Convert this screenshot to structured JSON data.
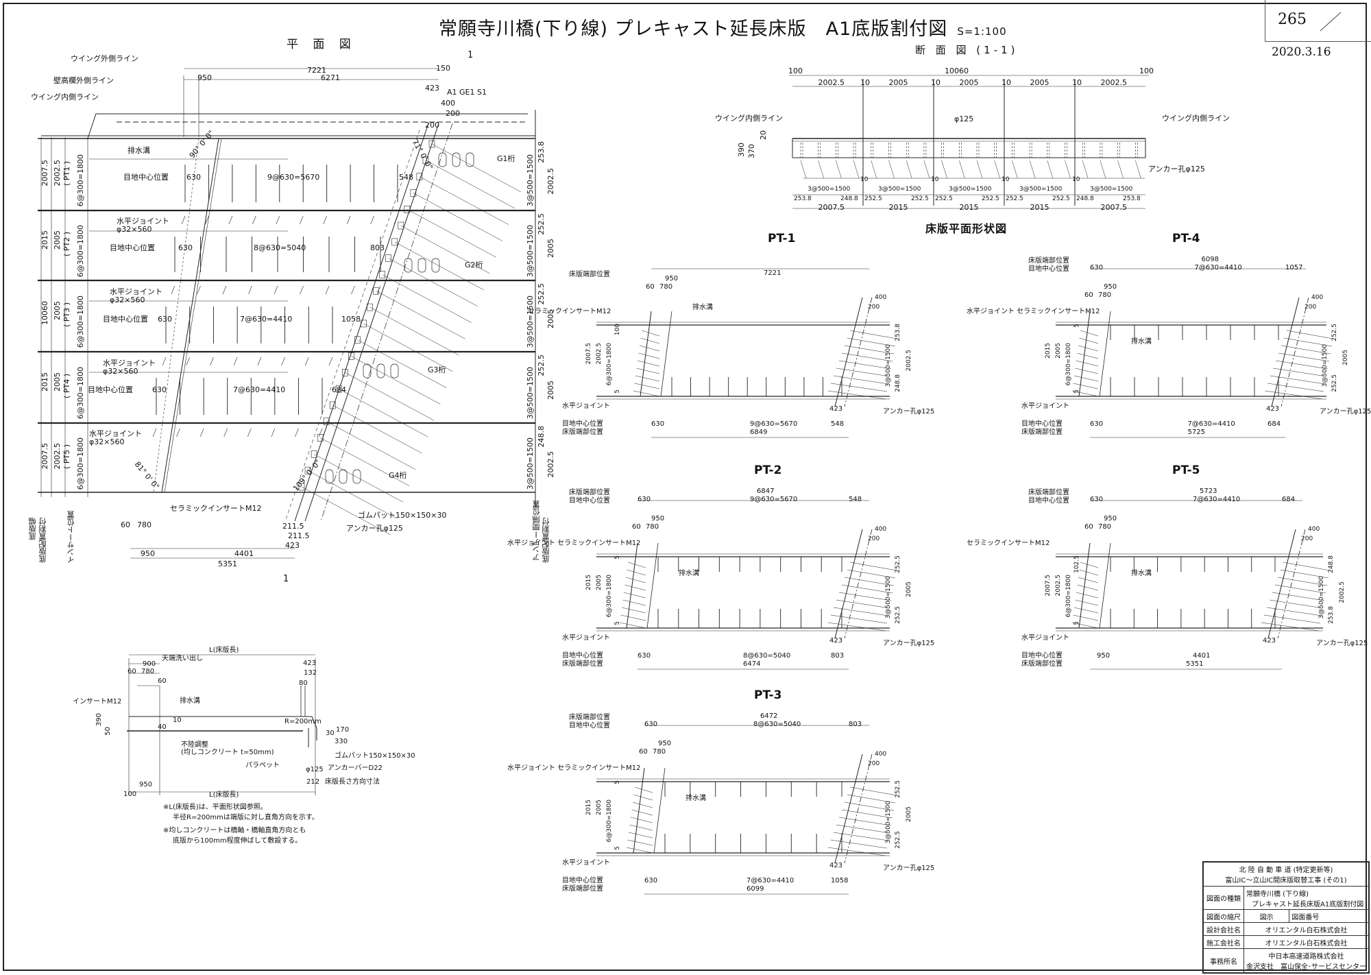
{
  "title": "常願寺川橋(下り線) プレキャスト延長床版　A1底版割付図",
  "scale": "S=1:100",
  "page_number": "265",
  "date": "2020.3.16",
  "plan": {
    "heading": "平 面 図",
    "section_mark": "1",
    "labels": {
      "wing_outer": "ウイング外側ライン",
      "parapet_outer": "壁高欄外側ライン",
      "wing_inner": "ウイング内側ライン",
      "drain": "排水溝",
      "joint_center": "目地中心位置",
      "h_joint": "水平ジョイント",
      "h_joint_size": "φ32×560",
      "ceramic_insert": "セラミックインサートM12",
      "rubber_pad": "ゴムパット150×150×30",
      "anchor_hole": "アンカー孔φ125",
      "abut": "A1 GE1 S1",
      "g1": "G1桁",
      "g2": "G2桁",
      "g3": "G3桁",
      "g4": "G4桁",
      "slab_width": "底版幅",
      "slab_layout": "底版配置割付",
      "insert_pos": "インサート位置",
      "anchor_pitch": "アンアー間隔位置",
      "slab_layout_r": "底版配置割付"
    },
    "top_dims": [
      "7221",
      "150",
      "950",
      "6271",
      "423",
      "400",
      "200",
      "200"
    ],
    "rows": [
      {
        "pt": "( PT1 )",
        "w1": "2007.5",
        "w2": "2002.5",
        "pitch": "6@300=1800",
        "jc": [
          "630",
          "9@630=5670",
          "548"
        ],
        "r1": "253.8",
        "r2": "3@500=1500",
        "r3": "2002.5"
      },
      {
        "pt": "( PT2 )",
        "w1": "2015",
        "w2": "2005",
        "pitch": "6@300=1800",
        "jc": [
          "630",
          "8@630=5040",
          "803"
        ],
        "r1": "252.5",
        "r2": "3@500=1500",
        "r3": "2005"
      },
      {
        "pt": "( PT3 )",
        "w1": "10060",
        "w2": "2005",
        "pitch": "6@300=1800",
        "jc": [
          "630",
          "7@630=4410",
          "1058"
        ],
        "r1": "252.5",
        "r2": "3@500=1500",
        "r3": "2005"
      },
      {
        "pt": "( PT4 )",
        "w1": "2015",
        "w2": "2005",
        "pitch": "6@300=1800",
        "jc": [
          "630",
          "7@630=4410",
          "684"
        ],
        "r1": "252.5",
        "r2": "3@500=1500",
        "r3": "2005"
      },
      {
        "pt": "( PT5 )",
        "w1": "2007.5",
        "w2": "2002.5",
        "pitch": "6@300=1800",
        "jc": [],
        "r1": "248.8",
        "r2": "3@500=1500",
        "r3": "2002.5"
      }
    ],
    "angles": [
      "90° 0' 0\"",
      "71° 0' 0\"",
      "81° 0' 0\"",
      "109° 0' 0\""
    ],
    "bottom_dims": [
      "60",
      "780",
      "950",
      "4401",
      "5351",
      "211.5",
      "211.5",
      "423"
    ]
  },
  "section": {
    "heading": "断 面 図 (1-1)",
    "top_dims": [
      "100",
      "10060",
      "100"
    ],
    "sub_dims": [
      "2002.5",
      "10",
      "2005",
      "10",
      "2005",
      "10",
      "2005",
      "10",
      "2002.5"
    ],
    "wing_left": "ウイング内側ライン",
    "wing_right": "ウイング内側ライン",
    "hole": "φ125",
    "anchor": "アンカー孔φ125",
    "height_dims": [
      "390",
      "370",
      "20"
    ],
    "lower_dims": [
      "253.8",
      "3@500=1500",
      "248.8",
      "10",
      "252.5",
      "3@500=1500",
      "252.5",
      "10",
      "252.5",
      "3@500=1500",
      "252.5",
      "10",
      "252.5",
      "3@500=1500",
      "252.5",
      "10",
      "248.8",
      "3@500=1500",
      "253.8"
    ],
    "total_dims": [
      "2007.5",
      "2015",
      "2015",
      "2015",
      "2007.5"
    ]
  },
  "shapes_heading": "床版平面形状図",
  "panels": [
    {
      "name": "PT-1",
      "top_rows": [
        {
          "label": "床版端部位置",
          "values": [
            "7221"
          ]
        }
      ],
      "top_extra": [
        "950",
        "60",
        "780"
      ],
      "bottom_rows": [
        {
          "label": "目地中心位置",
          "values": [
            "630",
            "9@630=5670",
            "548"
          ]
        },
        {
          "label": "床版端部位置",
          "values": [
            "6849"
          ]
        }
      ],
      "left_dims": [
        "2007.5",
        "2002.5",
        "6@300=1800",
        "100",
        "5"
      ],
      "right_dims": [
        "253.8",
        "3@500=1500",
        "248.8",
        "2002.5"
      ],
      "labels": [
        "セラミックインサートM12",
        "排水溝",
        "水平ジョイント",
        "アンカー孔φ125",
        "423",
        "400",
        "200"
      ]
    },
    {
      "name": "PT-4",
      "top_rows": [
        {
          "label": "床版端部位置",
          "values": [
            "6098"
          ]
        },
        {
          "label": "目地中心位置",
          "values": [
            "630",
            "7@630=4410",
            "1057"
          ]
        }
      ],
      "top_extra": [
        "950",
        "60",
        "780"
      ],
      "bottom_rows": [
        {
          "label": "目地中心位置",
          "values": [
            "630",
            "7@630=4410",
            "684"
          ]
        },
        {
          "label": "床版端部位置",
          "values": [
            "5725"
          ]
        }
      ],
      "left_dims": [
        "2015",
        "2005",
        "6@300=1800",
        "5",
        "5"
      ],
      "right_dims": [
        "252.5",
        "3@500=1500",
        "252.5",
        "2005"
      ],
      "labels": [
        "水平ジョイント セラミックインサートM12",
        "排水溝",
        "水平ジョイント",
        "アンカー孔φ125",
        "423",
        "400",
        "200"
      ]
    },
    {
      "name": "PT-2",
      "top_rows": [
        {
          "label": "床版端部位置",
          "values": [
            "6847"
          ]
        },
        {
          "label": "目地中心位置",
          "values": [
            "630",
            "9@630=5670",
            "548"
          ]
        }
      ],
      "top_extra": [
        "950",
        "60",
        "780"
      ],
      "bottom_rows": [
        {
          "label": "目地中心位置",
          "values": [
            "630",
            "8@630=5040",
            "803"
          ]
        },
        {
          "label": "床版端部位置",
          "values": [
            "6474"
          ]
        }
      ],
      "left_dims": [
        "2015",
        "2005",
        "6@300=1800",
        "5",
        "5"
      ],
      "right_dims": [
        "252.5",
        "3@500=1500",
        "252.5",
        "2005"
      ],
      "labels": [
        "水平ジョイント セラミックインサートM12",
        "排水溝",
        "水平ジョイント",
        "アンカー孔φ125",
        "423",
        "400",
        "200"
      ]
    },
    {
      "name": "PT-5",
      "top_rows": [
        {
          "label": "床版端部位置",
          "values": [
            "5723"
          ]
        },
        {
          "label": "目地中心位置",
          "values": [
            "630",
            "7@630=4410",
            "684"
          ]
        }
      ],
      "top_extra": [
        "950",
        "60",
        "780"
      ],
      "bottom_rows": [
        {
          "label": "目地中心位置",
          "values": [
            "950",
            "4401"
          ]
        },
        {
          "label": "床版端部位置",
          "values": [
            "5351"
          ]
        }
      ],
      "left_dims": [
        "2007.5",
        "2002.5",
        "6@300=1800",
        "102.5",
        "5"
      ],
      "right_dims": [
        "248.8",
        "3@500=1500",
        "253.8",
        "2002.5"
      ],
      "labels": [
        "セラミックインサートM12",
        "排水溝",
        "水平ジョイント",
        "アンカー孔φ125",
        "423",
        "400",
        "200"
      ]
    },
    {
      "name": "PT-3",
      "top_rows": [
        {
          "label": "床版端部位置",
          "values": [
            "6472"
          ]
        },
        {
          "label": "目地中心位置",
          "values": [
            "630",
            "8@630=5040",
            "803"
          ]
        }
      ],
      "top_extra": [
        "950",
        "60",
        "780"
      ],
      "bottom_rows": [
        {
          "label": "目地中心位置",
          "values": [
            "630",
            "7@630=4410",
            "1058"
          ]
        },
        {
          "label": "床版端部位置",
          "values": [
            "6099"
          ]
        }
      ],
      "left_dims": [
        "2015",
        "2005",
        "6@300=1800",
        "5",
        "5"
      ],
      "right_dims": [
        "252.5",
        "3@500=1500",
        "252.5",
        "2005"
      ],
      "labels": [
        "水平ジョイント セラミックインサートM12",
        "排水溝",
        "水平ジョイント",
        "アンカー孔φ125",
        "423",
        "400",
        "200"
      ]
    }
  ],
  "detail": {
    "length_top": "L(床版長)",
    "length_bottom": "L(床版長)",
    "d900": "900",
    "wash": "天端洗い出し",
    "d60a": "60",
    "d780": "780",
    "d60b": "60",
    "d423": "423",
    "d132": "132",
    "d80": "80",
    "insert": "インサートM12",
    "drain": "排水溝",
    "d10": "10",
    "d40": "40",
    "d390": "390",
    "d50": "50",
    "radius": "R=200mm",
    "d30": "30",
    "d170": "170",
    "d330": "330",
    "leveling": "不陸調整",
    "leveling2": "(均しコンクリート t=50mm)",
    "parapet": "パラペット",
    "rubber": "ゴムパット150×150×30",
    "anchor_bar": "アンカーバーD22",
    "hole": "φ125",
    "d212": "212",
    "length_dir": "床版長さ方向寸法",
    "d950": "950",
    "d100": "100",
    "note1": "※L(床版長)は、平面形状図参照。",
    "note1b": "半径R=200mmは端版に対し直角方向を示す。",
    "note2": "※均しコンクリートは橋軸・橋軸直角方向とも",
    "note2b": "底版から100mm程度伸ばして敷設する。"
  },
  "title_block": {
    "project1": "北 陸 自 動 車 道 (特定更新等)",
    "project2": "富山IC～立山IC間床版取替工事 (その1)",
    "type_key": "図面の種類",
    "type_val1": "常願寺川橋 (下り線)",
    "type_val2": "プレキャスト延長床版A1底版割付図",
    "scale_key": "図面の縮尺",
    "scale_val": "図示",
    "number_key": "図面番号",
    "design_key": "設計会社名",
    "design_val": "オリエンタル白石株式会社",
    "build_key": "施工会社名",
    "build_val": "オリエンタル白石株式会社",
    "office_key": "事務所名",
    "office_val1": "中日本高速道路株式会社",
    "office_val2": "金沢支社　富山保全･サービスセンター"
  }
}
